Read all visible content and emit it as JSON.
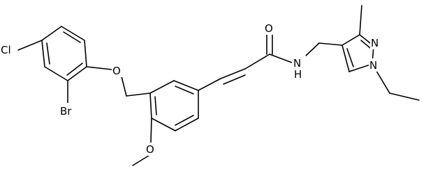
{
  "molecule": {
    "atoms": {
      "cl": "Cl",
      "br": "Br",
      "o_ether": "O",
      "o_methoxy": "O",
      "o_carbonyl": "O",
      "n_amide": "N",
      "h_amide": "H",
      "n_pyrazole_2": "N",
      "n_pyrazole_1": "N"
    }
  }
}
